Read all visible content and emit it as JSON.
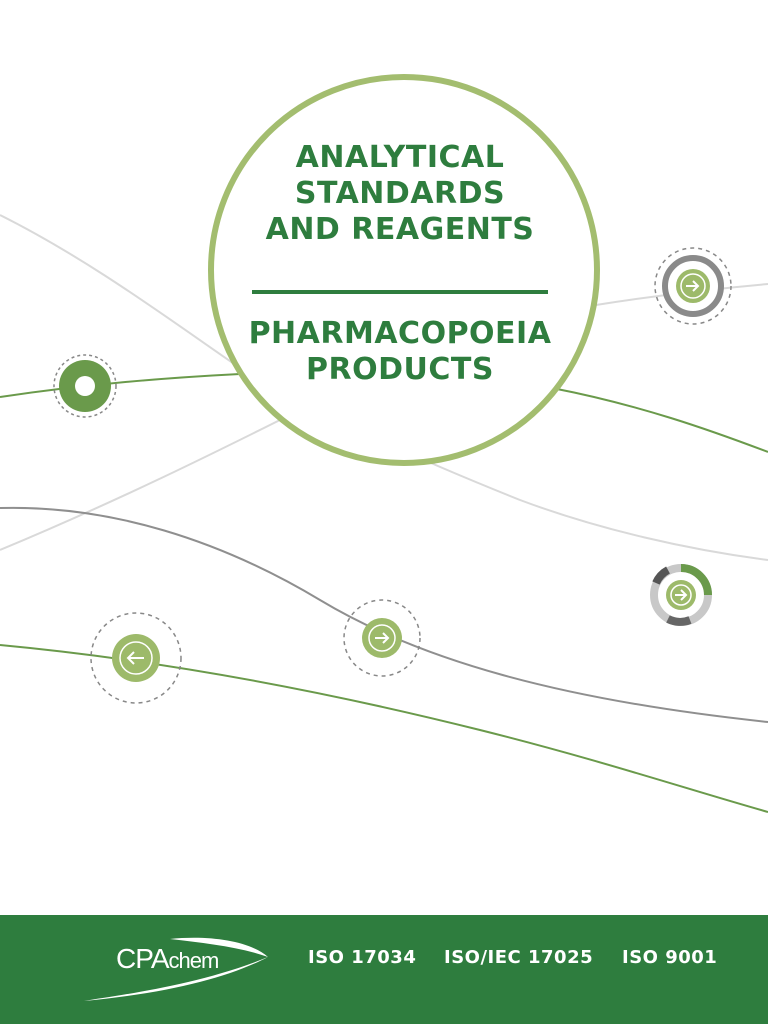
{
  "title": {
    "lines": [
      "ANALYTICAL",
      "STANDARDS",
      "AND REAGENTS"
    ],
    "subtitle_lines": [
      "PHARMACOPOEIA",
      "PRODUCTS"
    ]
  },
  "footer": {
    "logo_text_caps": "CPA",
    "logo_text_lower": "chem",
    "certifications": [
      "ISO 17034",
      "ISO/IEC 17025",
      "ISO 9001"
    ]
  },
  "colors": {
    "brand_green": "#2e7d3e",
    "light_green": "#9dba6a",
    "gray_line": "#8a8a8a",
    "light_gray_line": "#d6d6d6"
  },
  "icons": [
    "arrow-right-icon",
    "arrow-left-icon",
    "ring-node-icon"
  ]
}
